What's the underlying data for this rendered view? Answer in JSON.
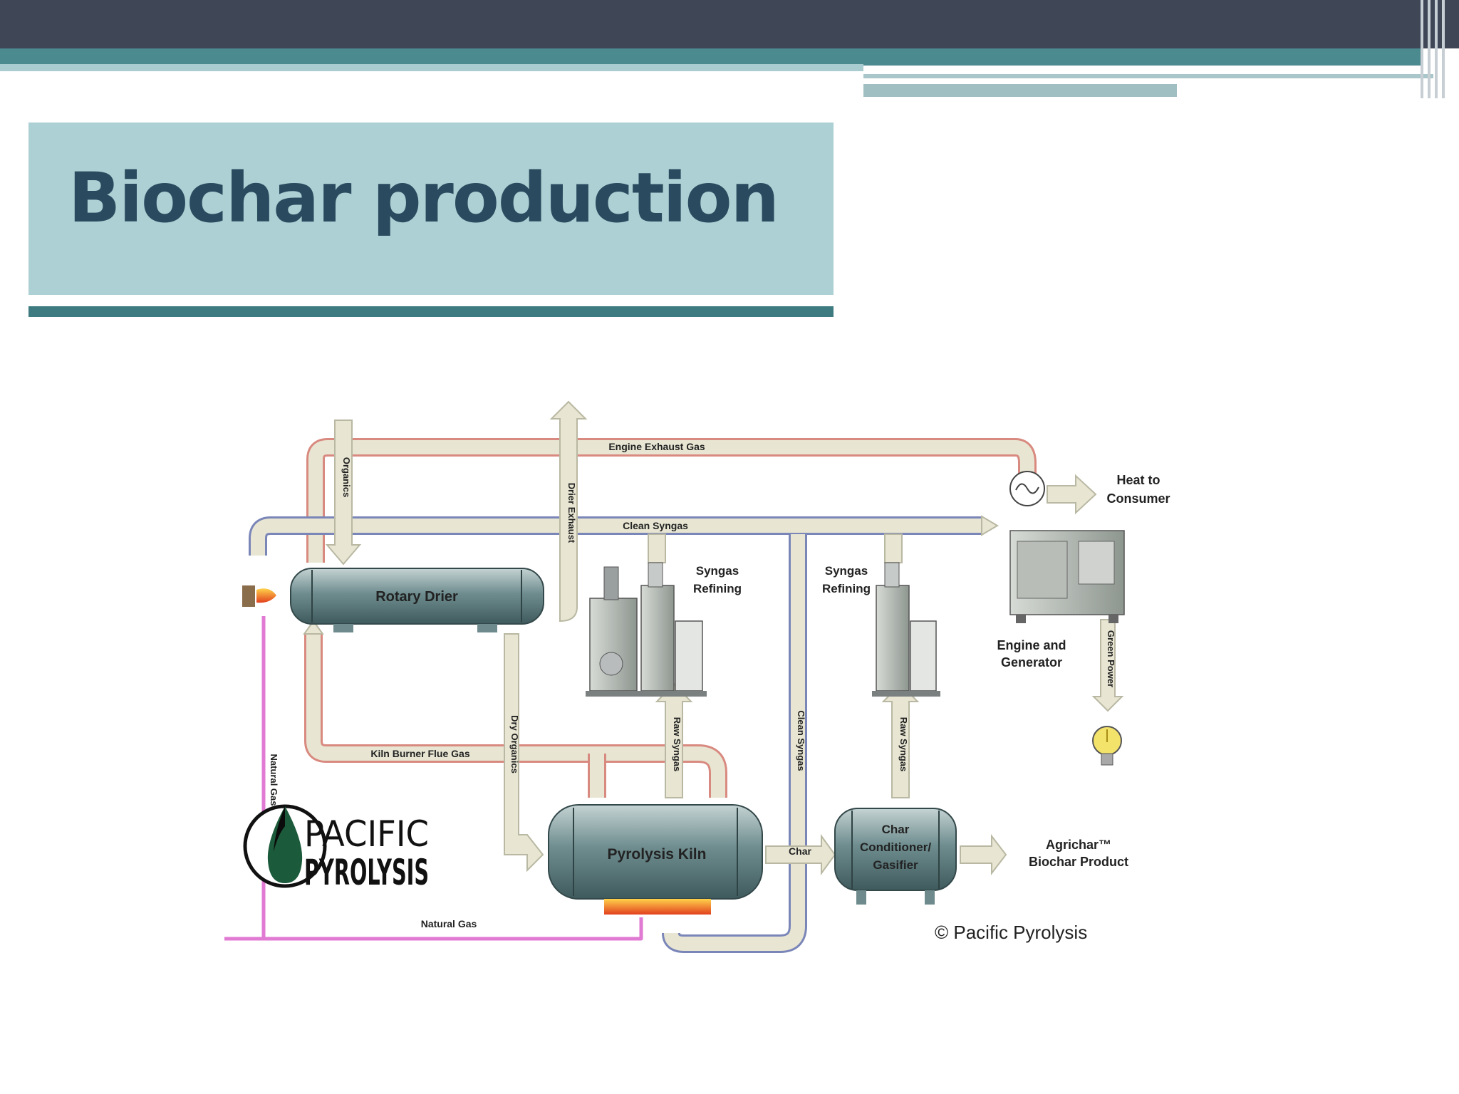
{
  "slide": {
    "title": "Biochar production"
  },
  "diagram": {
    "nodes": {
      "rotary_drier": "Rotary Drier",
      "pyrolysis_kiln": "Pyrolysis Kiln",
      "char_conditioner": [
        "Char",
        "Conditioner/",
        "Gasifier"
      ],
      "syngas_refining": [
        "Syngas",
        "Refining"
      ],
      "engine": [
        "Engine and",
        "Generator"
      ],
      "heat": [
        "Heat to",
        "Consumer"
      ],
      "product": [
        "Agrichar™",
        "Biochar Product"
      ]
    },
    "flows": {
      "engine_exhaust": "Engine Exhaust Gas",
      "clean_syngas": "Clean Syngas",
      "organics": "Organics",
      "drier_exhaust": "Drier Exhaust",
      "dry_organics": "Dry Organics",
      "kiln_flue": "Kiln Burner Flue Gas",
      "raw_syngas": "Raw Syngas",
      "natural_gas": "Natural Gas",
      "char": "Char",
      "green_power": "Green Power"
    },
    "logo": {
      "line1": "PACIFIC",
      "line2": "PYROLYSIS"
    },
    "copyright": "© Pacific Pyrolysis"
  },
  "colors": {
    "title_text": "#2a4a5f",
    "title_box": "#acd0d3",
    "accent": "#3e7b80",
    "top_bar": "#3f4656",
    "pipe_fill": "#e8e6d3",
    "pipe_red_edge": "#d98a80",
    "pipe_blue_edge": "#7b86b8",
    "natural_gas_line": "#e07ad2"
  }
}
